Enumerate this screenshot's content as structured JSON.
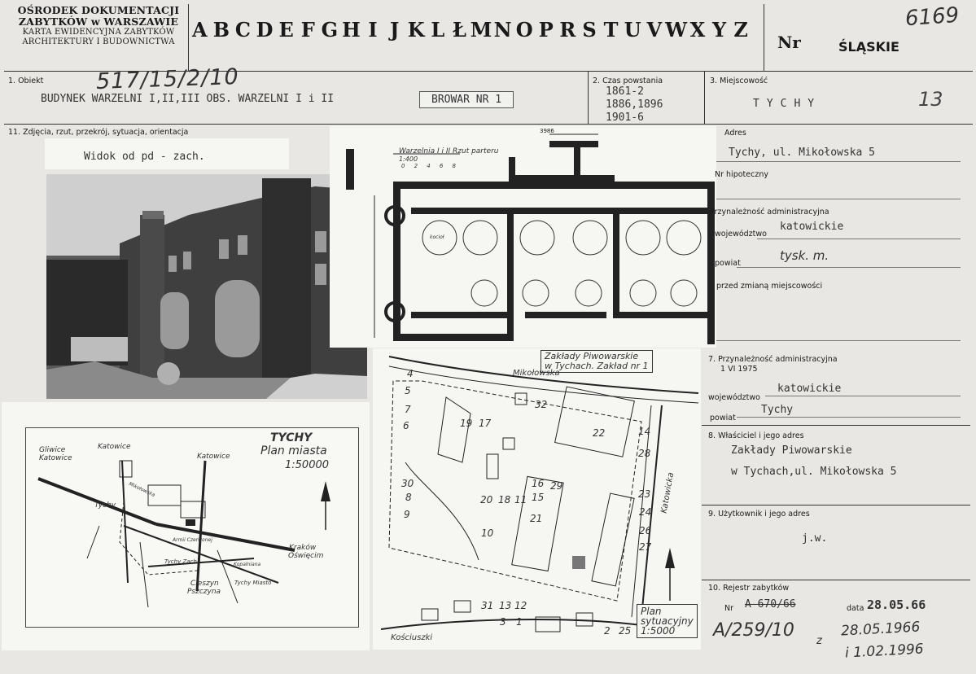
{
  "header": {
    "institution_line1": "OŚRODEK DOKUMENTACJI",
    "institution_line2": "ZABYTKÓW w WARSZAWIE",
    "institution_line3": "KARTA EWIDENCYJNA ZABYTKÓW",
    "institution_line4": "ARCHITEKTURY I BUDOWNICTWA",
    "letters": [
      "A",
      "B",
      "C",
      "D",
      "E",
      "F",
      "G",
      "H",
      "I",
      "J",
      "K",
      "L",
      "Ł",
      "M",
      "N",
      "O",
      "P",
      "R",
      "S",
      "T",
      "U",
      "V",
      "W",
      "X",
      "Y",
      "Z"
    ],
    "nr_label": "Nr",
    "region": "ŚLĄSKIE",
    "card_number": "6169"
  },
  "field1": {
    "label": "1. Obiekt",
    "handwritten_code": "517/15/2/10",
    "value": "BUDYNEK WARZELNI I,II,III OBS. WARZELNI I i II",
    "stamp": "BROWAR NR 1"
  },
  "field2": {
    "label": "2. Czas powstania",
    "dates": [
      "1861-2",
      "1886,1896",
      "1901-6"
    ]
  },
  "field3": {
    "label": "3. Miejscowość",
    "value": "TYCHY",
    "handwritten_number": "13"
  },
  "field11": {
    "label": "11. Zdjęcia, rzut, przekrój, sytuacja, orientacja",
    "photo_caption": "Widok od pd - zach."
  },
  "plan": {
    "title": "Warzelnia I i II Rzut parteru",
    "scale": "1:400",
    "dimension": "3986",
    "scale_ticks": [
      "0",
      "2",
      "4",
      "6",
      "8"
    ],
    "kettle_label": "kocioł"
  },
  "field4": {
    "label_address": "Adres",
    "address": "Tychy, ul. Mikołowska 5",
    "label_parcel": "Nr hipoteczny",
    "label_admin": "Przynależność administracyjna",
    "label_voiv": "województwo",
    "voivodeship": "katowickie",
    "label_county": "powiat",
    "county_hand": "tysk. m.",
    "label_before": "przed zmianą miejscowości"
  },
  "field7": {
    "label": "7. Przynależność administracyjna",
    "date": "1 VI 1975",
    "label_voiv": "województwo",
    "voivodeship": "katowickie",
    "label_county": "powiat",
    "county": "Tychy"
  },
  "field8": {
    "label": "8. Właściciel i jego adres",
    "line1": "Zakłady Piwowarskie",
    "line2": "w Tychach,ul. Mikołowska 5"
  },
  "field9": {
    "label": "9. Użytkownik i jego adres",
    "value": "j.w."
  },
  "field10": {
    "label": "10. Rejestr zabytków",
    "nr_label": "Nr",
    "nr_value": "A-670/66",
    "date_label": "data",
    "date_value": "28.05.66",
    "hand_nr": "A/259/10",
    "hand_z": "z",
    "hand_date1": "28.05.1966",
    "hand_date2": "i 1.02.1996"
  },
  "city_map": {
    "title": "TYCHY",
    "subtitle": "Plan miasta",
    "scale": "1:50000",
    "labels": [
      "Gliwice",
      "Katowice",
      "Katowice",
      "Katowice",
      "Tychy",
      "Kraków",
      "Oświęcim",
      "Cieszyn",
      "Pszczyna",
      "Tychy Zach.",
      "Tychy Miasto",
      "Mikołowska",
      "Armii Czerwonej",
      "Kopalniana"
    ]
  },
  "site_plan": {
    "title_line1": "Zakłady Piwowarskie",
    "title_line2": "w Tychach. Zakład nr 1",
    "street1": "Mikołowska",
    "street2": "Katowicka",
    "street3": "Kościuszki",
    "caption_line1": "Plan",
    "caption_line2": "sytuacyjny",
    "scale": "1:5000",
    "numbers": [
      "4",
      "5",
      "7",
      "6",
      "19",
      "17",
      "32",
      "22",
      "14",
      "28",
      "30",
      "8",
      "9",
      "20",
      "18",
      "11",
      "15",
      "16",
      "29",
      "21",
      "10",
      "23",
      "24",
      "26",
      "27",
      "31",
      "13",
      "12",
      "3",
      "1",
      "2",
      "25"
    ]
  }
}
